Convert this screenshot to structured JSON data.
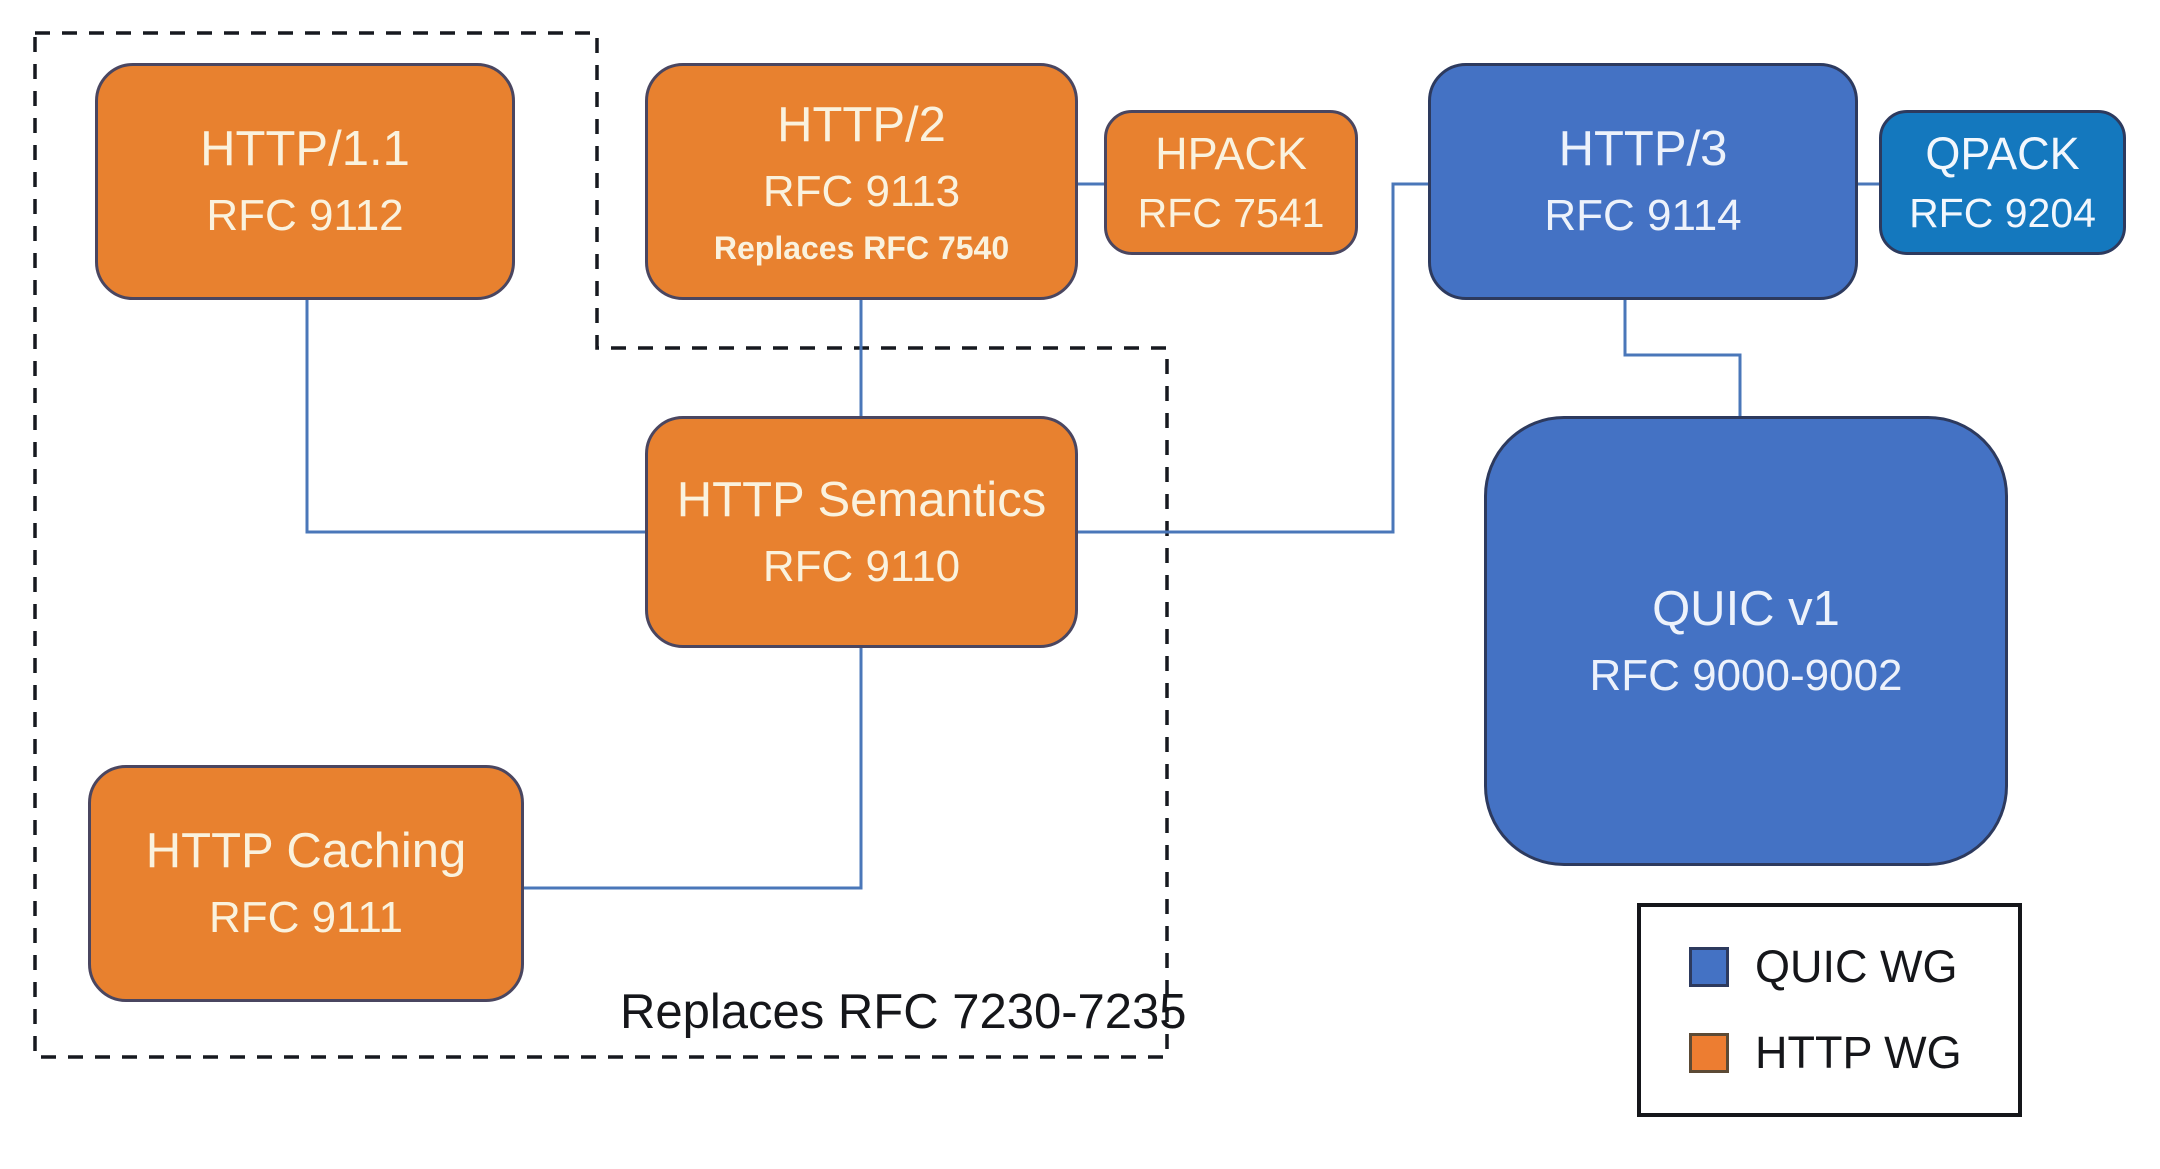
{
  "diagram": {
    "nodes": {
      "http11": {
        "label": "HTTP/1.1",
        "sublabel": "RFC 9112",
        "group": "HTTP WG"
      },
      "http2": {
        "label": "HTTP/2",
        "sublabel": "RFC 9113",
        "note": "Replaces RFC 7540",
        "group": "HTTP WG"
      },
      "hpack": {
        "label": "HPACK",
        "sublabel": "RFC 7541",
        "group": "HTTP WG"
      },
      "http3": {
        "label": "HTTP/3",
        "sublabel": "RFC 9114",
        "group": "QUIC WG"
      },
      "qpack": {
        "label": "QPACK",
        "sublabel": "RFC 9204",
        "group": "QUIC WG"
      },
      "semantics": {
        "label": "HTTP Semantics",
        "sublabel": "RFC 9110",
        "group": "HTTP WG"
      },
      "caching": {
        "label": "HTTP Caching",
        "sublabel": "RFC 9111",
        "group": "HTTP WG"
      },
      "quic": {
        "label": "QUIC v1",
        "sublabel": "RFC 9000-9002",
        "group": "QUIC WG"
      }
    },
    "edges": [
      {
        "from": "http11",
        "to": "semantics"
      },
      {
        "from": "http2",
        "to": "semantics"
      },
      {
        "from": "http2",
        "to": "hpack"
      },
      {
        "from": "semantics",
        "to": "http3"
      },
      {
        "from": "semantics",
        "to": "caching"
      },
      {
        "from": "http3",
        "to": "quic"
      },
      {
        "from": "http3",
        "to": "qpack"
      }
    ],
    "dashed_region_label": "Replaces RFC 7230-7235",
    "legend": {
      "items": [
        {
          "label": "QUIC WG",
          "color": "#4472C4"
        },
        {
          "label": "HTTP WG",
          "color": "#ED7D31"
        }
      ]
    },
    "colors": {
      "http_wg_orange": "#E8812F",
      "quic_wg_blue": "#4472C4",
      "qpack_bright_blue": "#1478BE",
      "connector_line": "#4A77B9",
      "dashed_line": "#16191F",
      "box_text_on_orange": "#FAF2DE",
      "box_text_on_blue": "#EDF2FB",
      "label_text": "#15161A",
      "background": "#FFFFFF"
    }
  }
}
